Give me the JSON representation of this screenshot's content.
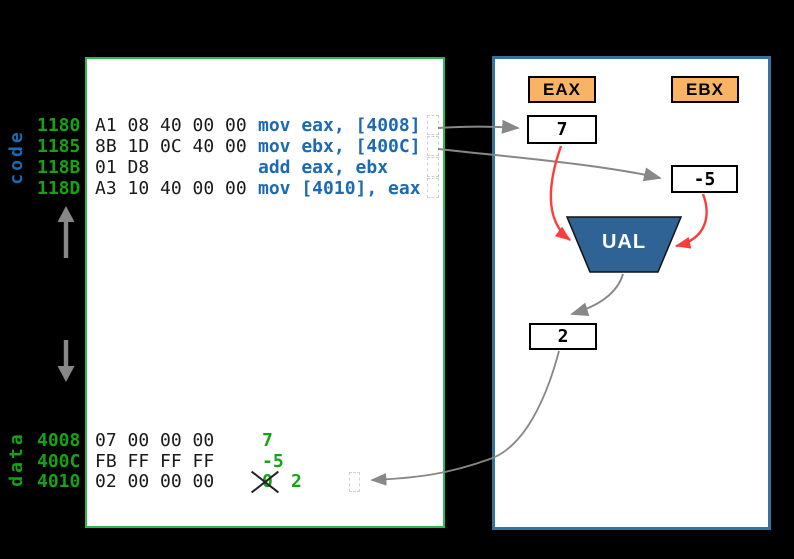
{
  "colors": {
    "bg": "#000000",
    "panel": "#ffffff",
    "green_border": "#2db84a",
    "green_text": "#14a314",
    "blue_text": "#1b6ab3",
    "blue_border": "#38709f",
    "orange": "#f9b365",
    "ual_fill": "#2f6295",
    "red": "#fc3d3d",
    "gray": "#878787",
    "dashed": "#cfcfcf",
    "ink": "#1a1a1a"
  },
  "memory": {
    "code_label": "code",
    "data_label": "data",
    "code_rows": [
      {
        "address": "1180",
        "bytes": "A1 08 40 00 00",
        "instruction": "mov eax, [4008]"
      },
      {
        "address": "1185",
        "bytes": "8B 1D 0C 40 00",
        "instruction": "mov ebx, [400C]"
      },
      {
        "address": "118B",
        "bytes": "01 D8",
        "instruction": "add eax, ebx"
      },
      {
        "address": "118D",
        "bytes": "A3 10 40 00 00",
        "instruction": "mov [4010], eax"
      }
    ],
    "data_rows": [
      {
        "address": "4008",
        "bytes": "07 00 00 00",
        "value": "7"
      },
      {
        "address": "400C",
        "bytes": "FB FF FF FF",
        "value": "-5"
      },
      {
        "address": "4010",
        "bytes": "02 00 00 00",
        "old_value": "0",
        "new_value": "2"
      }
    ]
  },
  "cpu": {
    "registers": [
      {
        "name": "EAX",
        "value": "7"
      },
      {
        "name": "EBX",
        "value": "-5"
      }
    ],
    "alu_label": "UAL",
    "result_value": "2"
  }
}
